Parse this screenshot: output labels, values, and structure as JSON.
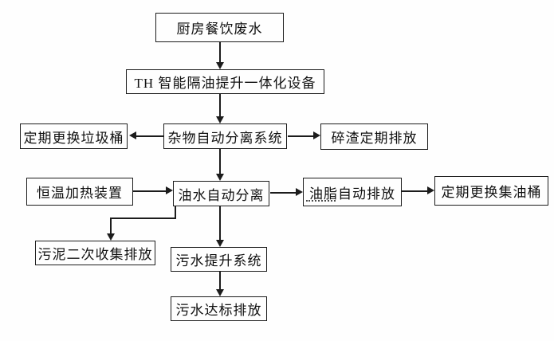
{
  "diagram": {
    "type": "flowchart",
    "background_color": "#fefefe",
    "line_color": "#1c1c1c",
    "box_fill": "#fefefe",
    "text_color": "#101010",
    "nodes": {
      "kitchen": {
        "label": "厨房餐饮废水"
      },
      "th_device": {
        "label": "TH 智能隔油提升一体化设备"
      },
      "trash_bin": {
        "label": "定期更换垃圾桶"
      },
      "debris_system": {
        "label": "杂物自动分离系统"
      },
      "residue": {
        "label": "碎渣定期排放"
      },
      "heater": {
        "label": "恒温加热装置"
      },
      "oil_water": {
        "label": "油水自动分离"
      },
      "grease": {
        "label": "油脂自动排放"
      },
      "oil_barrel": {
        "label": "定期更换集油桶"
      },
      "sludge": {
        "label": "污泥二次收集排放"
      },
      "sewage_lift": {
        "label": "污水提升系统"
      },
      "discharge": {
        "label": "污水达标排放"
      }
    },
    "edges": [
      {
        "from": "kitchen",
        "to": "th_device",
        "direction": "down"
      },
      {
        "from": "th_device",
        "to": "debris_system",
        "direction": "down"
      },
      {
        "from": "debris_system",
        "to": "trash_bin",
        "direction": "left"
      },
      {
        "from": "debris_system",
        "to": "residue",
        "direction": "right"
      },
      {
        "from": "debris_system",
        "to": "oil_water",
        "direction": "down"
      },
      {
        "from": "heater",
        "to": "oil_water",
        "direction": "right"
      },
      {
        "from": "oil_water",
        "to": "grease",
        "direction": "right"
      },
      {
        "from": "grease",
        "to": "oil_barrel",
        "direction": "right"
      },
      {
        "from": "oil_water",
        "to": "sludge",
        "direction": "elbow-down-left-down"
      },
      {
        "from": "oil_water",
        "to": "sewage_lift",
        "direction": "down"
      },
      {
        "from": "sewage_lift",
        "to": "discharge",
        "direction": "down"
      }
    ]
  }
}
